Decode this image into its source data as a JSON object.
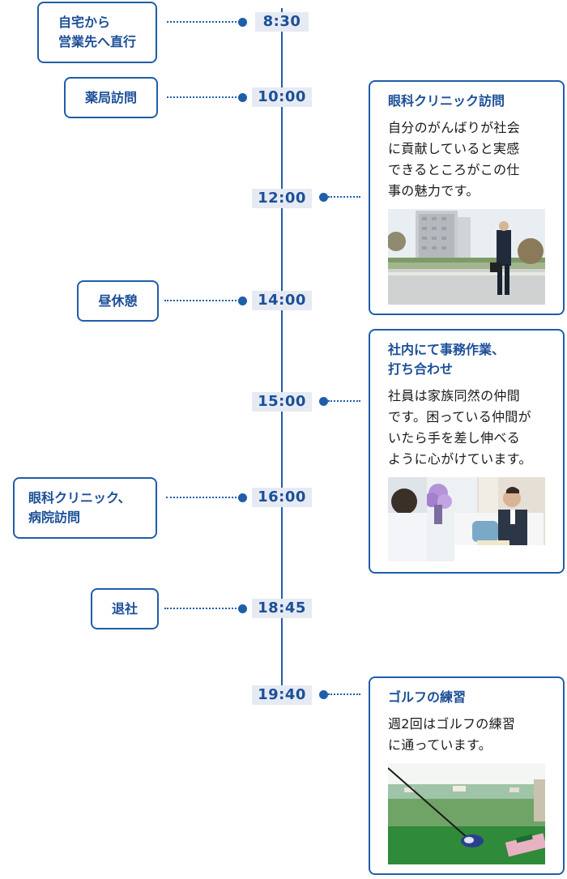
{
  "colors": {
    "accent": "#1f5ea8",
    "time_bg": "#e6eaf3"
  },
  "times": [
    "8:30",
    "10:00",
    "12:00",
    "14:00",
    "15:00",
    "16:00",
    "18:45",
    "19:40"
  ],
  "left_events": [
    {
      "label": "自宅から\n営業先へ直行"
    },
    {
      "label": "薬局訪問"
    },
    {
      "label": "昼休憩"
    },
    {
      "label": "眼科クリニック、\n病院訪問"
    },
    {
      "label": "退社"
    }
  ],
  "right_events": [
    {
      "title": "眼科クリニック訪問",
      "desc": "自分のがんばりが社会\nに貢献していると実感\nできるところがこの仕\n事の魅力です。",
      "photo_icon": "businessman-walking-photo"
    },
    {
      "title": "社内にて事務作業、\n打ち合わせ",
      "desc": "社員は家族同然の仲間\nです。困っている仲間が\nいたら手を差し伸べる\nように心がけています。",
      "photo_icon": "office-meeting-photo"
    },
    {
      "title": "ゴルフの練習",
      "desc": "週2回はゴルフの練習\nに通っています。",
      "photo_icon": "golf-practice-photo"
    }
  ]
}
